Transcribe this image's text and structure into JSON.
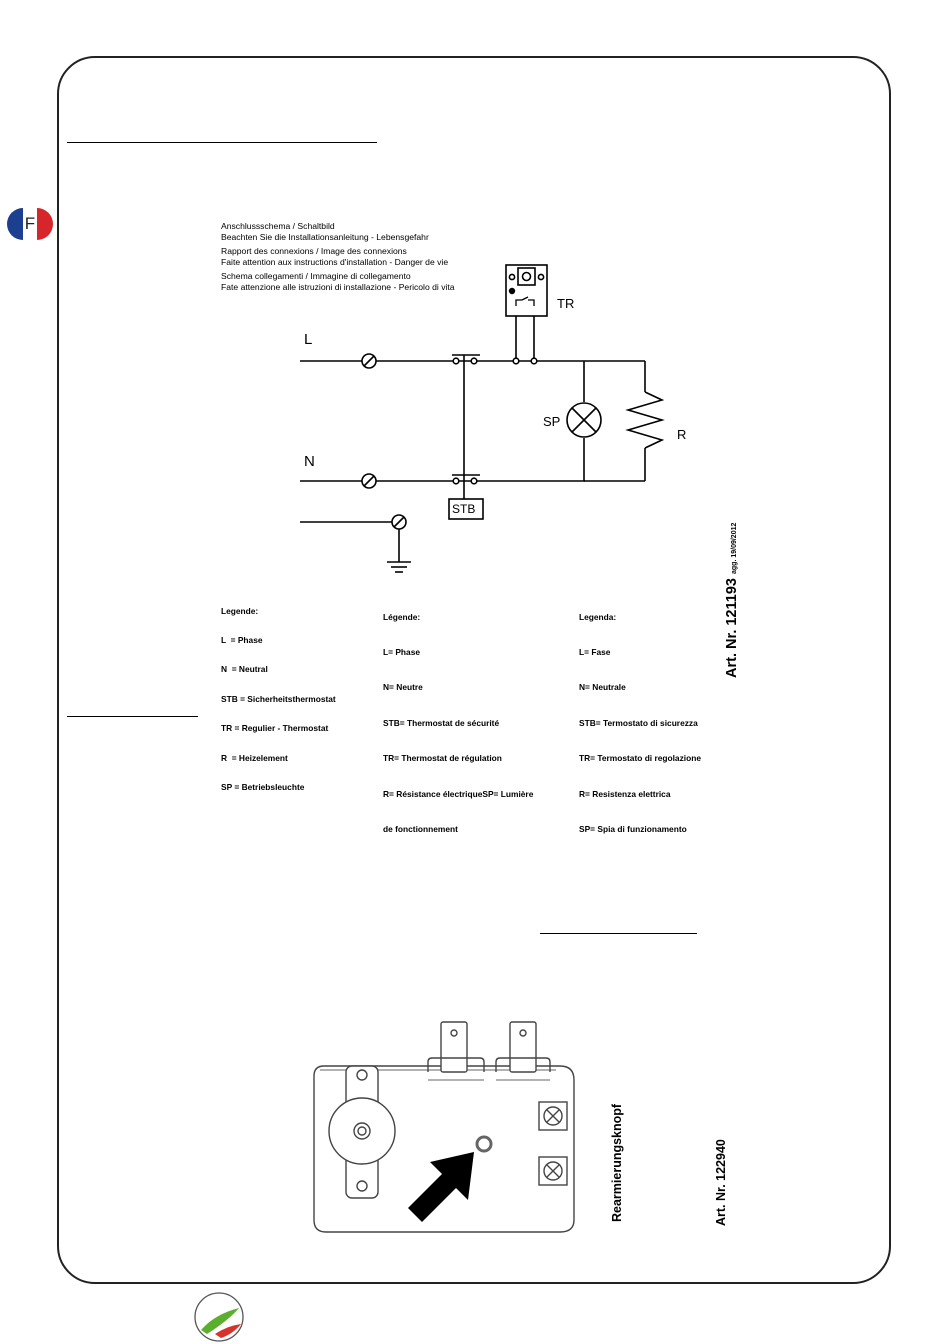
{
  "page": {
    "language_flag": "F"
  },
  "diagram_header": {
    "lines_de": [
      "Anschlussschema / Schaltbild",
      "Beachten Sie die Installationsanleitung - Lebensgefahr"
    ],
    "lines_fr": [
      "Rapport des connexions / Image des connexions",
      "Faite attention aux instructions d'installation - Danger de vie"
    ],
    "lines_it": [
      "Schema collegamenti / Immagine di collegamento",
      "Fate attenzione alle istruzioni di installazione - Pericolo di vita"
    ]
  },
  "circuit_labels": {
    "L": "L",
    "N": "N",
    "TR": "TR",
    "SP": "SP",
    "R": "R",
    "STB": "STB"
  },
  "legend_de": {
    "title": "Legende:",
    "items": [
      "L  = Phase",
      "N  = Neutral",
      "STB = Sicherheitsthermostat",
      "TR = Regulier - Thermostat",
      "R  = Heizelement",
      "SP = Betriebsleuchte"
    ]
  },
  "legend_fr": {
    "title": "Légende:",
    "items": [
      "L= Phase",
      "N= Neutre",
      "STB= Thermostat de sécurité",
      "TR= Thermostat de régulation",
      "R= Résistance électriqueSP= Lumière",
      "de fonctionnement"
    ]
  },
  "legend_it": {
    "title": "Legenda:",
    "items": [
      "L= Fase",
      "N= Neutrale",
      "STB= Termostato di sicurezza",
      "TR= Termostato di regolazione",
      "R= Resistenza elettrica",
      "SP= Spia di funzionamento"
    ]
  },
  "article_1": {
    "main": "Art. Nr. 121193",
    "suffix": "agg. 19/09/2012"
  },
  "reset_part": {
    "caption": "Rearmierungsknopf",
    "article": "Art. Nr. 122940"
  },
  "colors": {
    "flag_blue": "#1d3f8f",
    "flag_red": "#d6262b",
    "frame": "#222222",
    "logo_green": "#5cae2e",
    "logo_red": "#d8332a"
  },
  "icons": [
    "french-flag-icon",
    "reset-arrow-icon",
    "brand-logo-icon"
  ]
}
